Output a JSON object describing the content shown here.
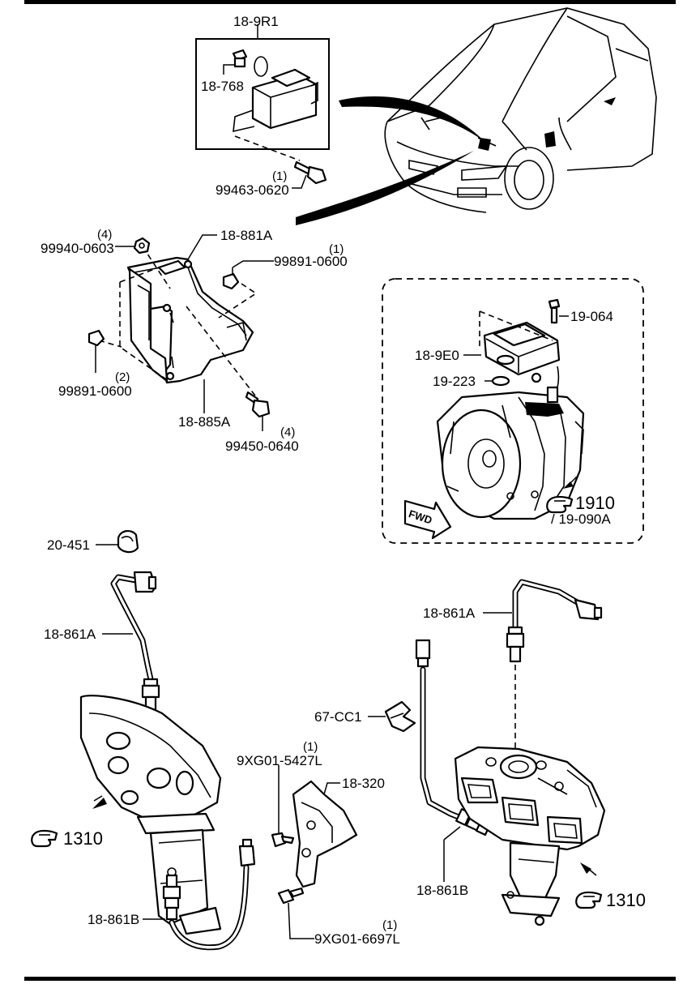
{
  "callouts": {
    "c_18_9R1": "18-9R1",
    "c_18_768": "18-768",
    "c_99463_0620": "99463-0620",
    "q_99463_0620": "(1)",
    "c_99940_0603": "99940-0603",
    "q_99940_0603": "(4)",
    "c_18_881A": "18-881A",
    "c_99891_0600_top": "99891-0600",
    "q_99891_0600_top": "(1)",
    "c_99891_0600_left": "99891-0600",
    "q_99891_0600_left": "(2)",
    "c_18_885A": "18-885A",
    "c_99450_0640": "99450-0640",
    "q_99450_0640": "(4)",
    "c_19_064": "19-064",
    "c_18_9E0": "18-9E0",
    "c_19_223": "19-223",
    "c_1910": "1910",
    "c_19_090A": "/ 19-090A",
    "c_fwd": "FWD",
    "c_20_451": "20-451",
    "c_18_861A_left": "18-861A",
    "c_18_861A_right": "18-861A",
    "c_67_CC1": "67-CC1",
    "c_9XG01_5427L": "9XG01-5427L",
    "q_9XG01_5427L": "(1)",
    "c_18_320": "18-320",
    "c_1310_left": "1310",
    "c_1310_right": "1310",
    "c_18_861B_left": "18-861B",
    "c_18_861B_right": "18-861B",
    "c_9XG01_6697L": "9XG01-6697L",
    "q_9XG01_6697L": "(1)"
  },
  "icons": {
    "ref_hand": "pointing-hand-icon",
    "fwd_arrow": "forward-arrow-icon"
  },
  "colors": {
    "ink": "#000000",
    "paper": "#ffffff"
  }
}
